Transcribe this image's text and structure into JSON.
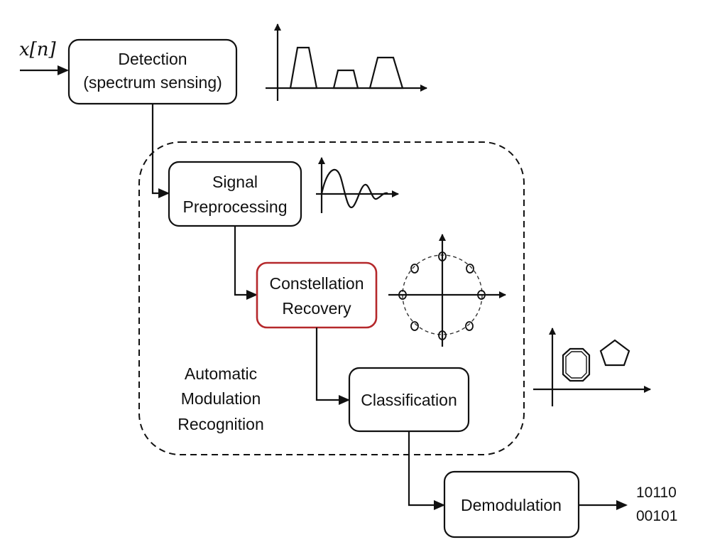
{
  "input_label": "x[n]",
  "blocks": {
    "detection": [
      "Detection",
      "(spectrum sensing)"
    ],
    "preprocessing": [
      "Signal",
      "Preprocessing"
    ],
    "constellation": [
      "Constellation",
      "Recovery"
    ],
    "classification": [
      "Classification"
    ],
    "demodulation": [
      "Demodulation"
    ]
  },
  "group_label": [
    "Automatic",
    "Modulation",
    "Recognition"
  ],
  "output_bits": [
    "10110",
    "00101"
  ],
  "colors": {
    "highlight_border": "#b5282b",
    "stroke": "#111111"
  },
  "icons": [
    "spectrum-plot-icon",
    "waveform-plot-icon",
    "constellation-plot-icon",
    "shape-classes-plot-icon"
  ]
}
